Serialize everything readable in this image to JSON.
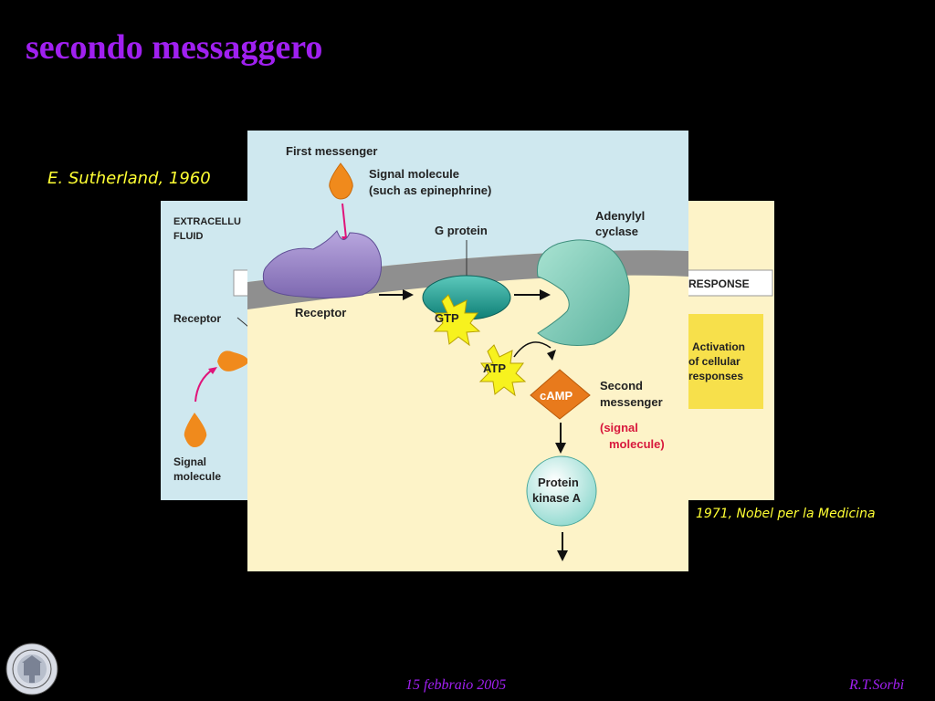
{
  "slide": {
    "title": "secondo messaggero",
    "author_year": "E. Sutherland, 1960",
    "nobel_note": "1971, Nobel per la Medicina",
    "footer_date": "15 febbraio 2005",
    "footer_author": "R.T.Sorbi"
  },
  "back_figure": {
    "extracellular_line1": "EXTRACELLU",
    "extracellular_line2": "FLUID",
    "response": "RESPONSE",
    "receptor": "Receptor",
    "signal_line1": "Signal",
    "signal_line2": "molecule",
    "activation_line1": "Activation",
    "activation_line2": "of cellular",
    "activation_line3": "responses"
  },
  "front_figure": {
    "first_messenger": "First messenger",
    "signal_molecule_line1": "Signal molecule",
    "signal_molecule_line2": "(such as epinephrine)",
    "g_protein": "G protein",
    "adenylyl_line1": "Adenylyl",
    "adenylyl_line2": "cyclase",
    "receptor": "Receptor",
    "gtp": "GTP",
    "atp": "ATP",
    "camp": "cAMP",
    "second_messenger_line1": "Second",
    "second_messenger_line2": "messenger",
    "signal_paren_line1": "(signal",
    "signal_paren_line2": "molecule)",
    "protein_kinase_line1": "Protein",
    "protein_kinase_line2": "kinase A"
  },
  "colors": {
    "title": "#a020f0",
    "accent_text": "#ffff33",
    "extracellular_bg": "#cfe8ef",
    "cytoplasm_bg": "#fdf3c8",
    "membrane": "#8f8f8f",
    "receptor": "#9b86c9",
    "g_protein": "#1fa69a",
    "adenylyl_cyclase": "#7ccdb8",
    "camp": "#e87a1c",
    "signal_molecule": "#f08a1c",
    "highlight_red": "#d8183c"
  }
}
